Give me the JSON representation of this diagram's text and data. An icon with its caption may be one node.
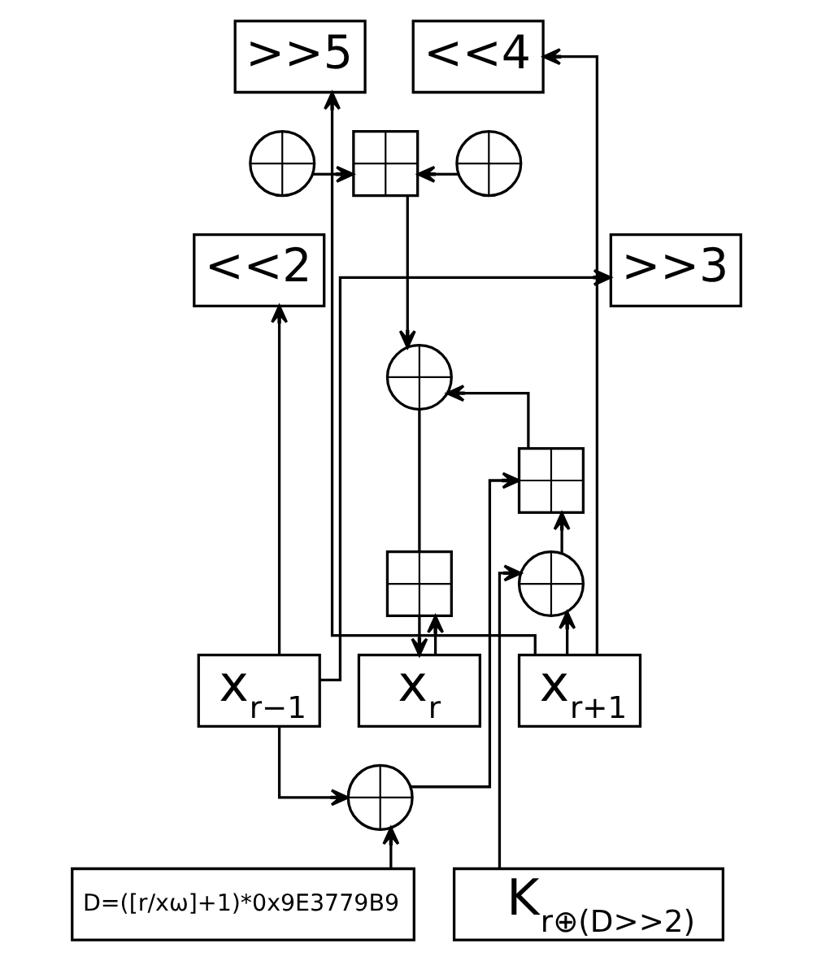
{
  "diagram": {
    "nodes": [
      {
        "text": [
          ">>5"
        ]
      },
      {
        "text": [
          "<<4"
        ]
      },
      {
        "text": [],
        "shape": "circle"
      },
      {
        "text": [],
        "shape": "box"
      },
      {
        "text": [],
        "shape": "circle"
      },
      {
        "text": [
          "<<2"
        ]
      },
      {
        "text": [
          ">>3"
        ]
      },
      {
        "text": [],
        "shape": "circle"
      },
      {
        "text": [],
        "shape": "box"
      },
      {
        "text": [],
        "shape": "box"
      },
      {
        "text": [],
        "shape": "circle"
      },
      {
        "text": [
          "x$_{r−1}$"
        ]
      },
      {
        "text": [
          "x$_{r}$"
        ]
      },
      {
        "text": [
          "x$_{r+1}$"
        ]
      },
      {
        "text": [],
        "shape": "circle"
      },
      {
        "text": [
          "D=([r/xω]+1)*0x9E3779B9"
        ]
      },
      {
        "text": [
          "K$_{r⊕(D>>2)}$"
        ]
      }
    ],
    "edges": [
      {
        "from": 13,
        "to": 0,
        "arrow": "to"
      },
      {
        "from": 13,
        "to": 1,
        "arrow": "to"
      },
      {
        "from": 2,
        "to": 3,
        "arrow": "to"
      },
      {
        "from": 4,
        "to": 3,
        "arrow": "to"
      },
      {
        "from": 3,
        "to": 7,
        "arrow": "to"
      },
      {
        "from": 11,
        "to": 5,
        "arrow": "to"
      },
      {
        "from": 11,
        "to": 6,
        "arrow": "to"
      },
      {
        "from": 8,
        "to": 7,
        "arrow": "to"
      },
      {
        "from": 7,
        "to": 9,
        "arrow": "none"
      },
      {
        "from": 12,
        "to": 9,
        "arrow": "to"
      },
      {
        "from": 9,
        "to": 12,
        "arrow": "to"
      },
      {
        "from": 13,
        "to": 10,
        "arrow": "to"
      },
      {
        "from": 10,
        "to": 8,
        "arrow": "to"
      },
      {
        "from": 11,
        "to": 14,
        "arrow": "to"
      },
      {
        "from": 14,
        "to": 8,
        "arrow": "to"
      },
      {
        "from": 15,
        "to": 14,
        "arrow": "to"
      },
      {
        "from": 16,
        "to": 10,
        "arrow": "to"
      }
    ]
  }
}
